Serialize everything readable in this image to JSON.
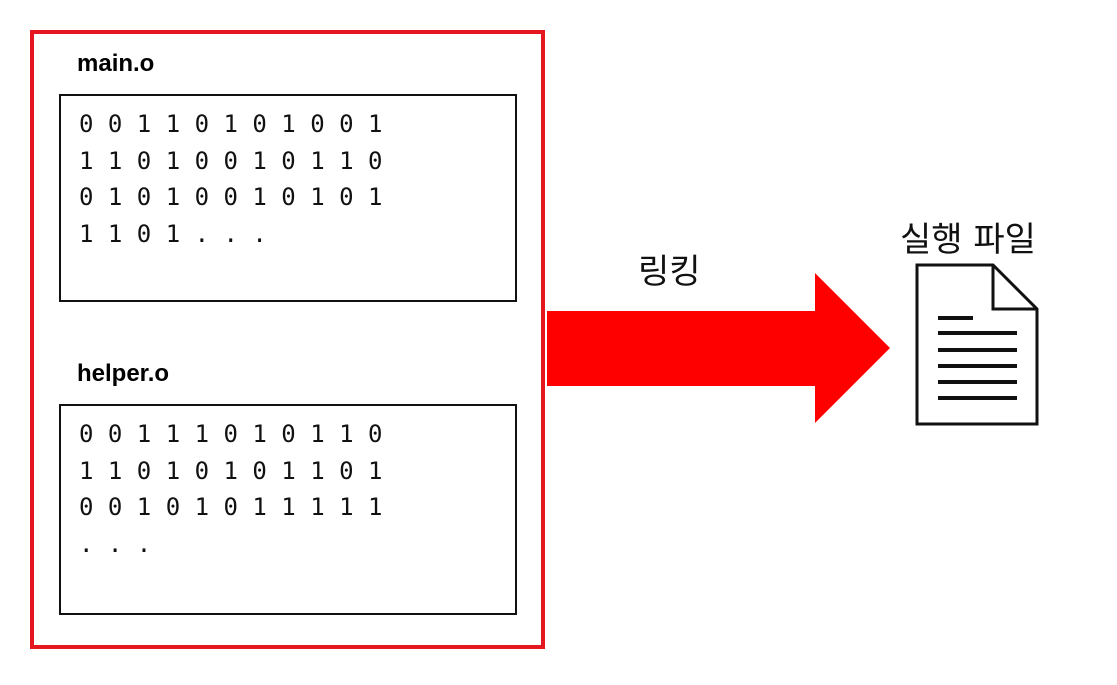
{
  "files": [
    {
      "name": "main.o",
      "rows": [
        "0 0 1 1 0 1 0 1 0 0 1",
        "1 1 0 1 0 0 1 0 1 1 0",
        "0 1 0 1 0 0 1 0 1 0 1",
        "1 1 0 1 . . ."
      ]
    },
    {
      "name": "helper.o",
      "rows": [
        "0 0 1 1 1 0 1 0 1 1 0",
        "1 1 0 1 0 1 0 1 1 0 1",
        "0 0 1 0 1 0 1 1 1 1 1",
        ". . ."
      ]
    }
  ],
  "arrow_label": "링킹",
  "output_label": "실행 파일",
  "colors": {
    "accent": "#e4161f",
    "arrow": "#ff0000",
    "ink": "#111111"
  },
  "icons": {
    "output": "document-icon"
  }
}
